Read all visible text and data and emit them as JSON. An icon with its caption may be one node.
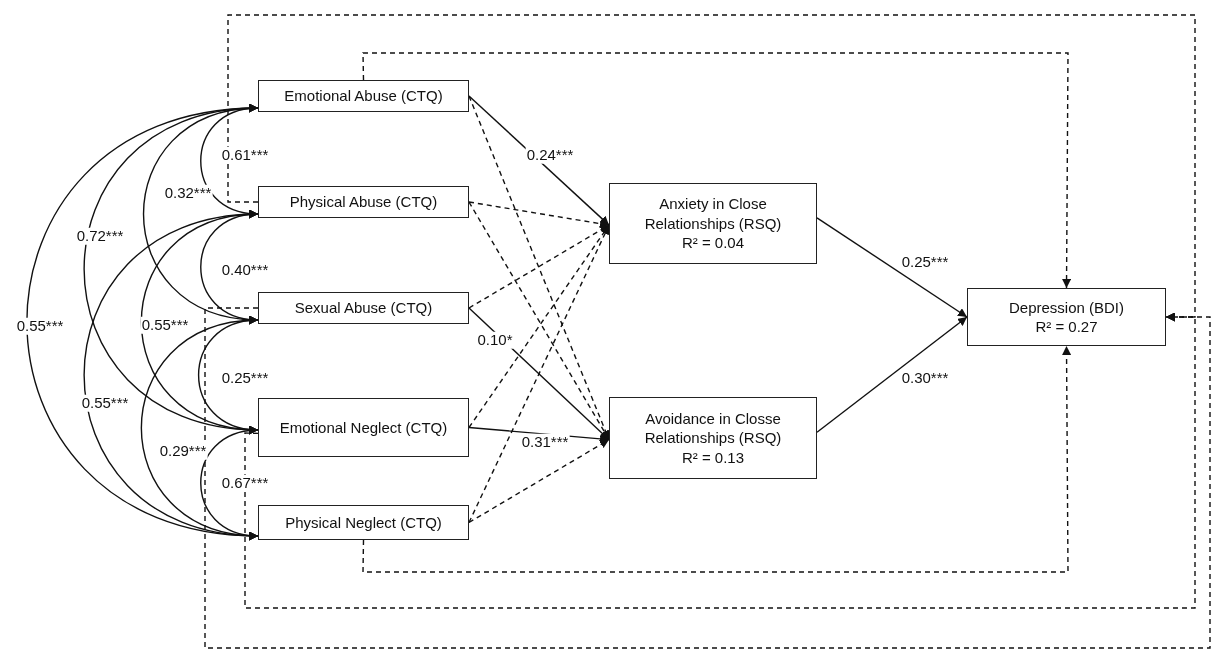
{
  "diagram": {
    "nodes": [
      {
        "text": [
          "Emotional Abuse (CTQ)"
        ]
      },
      {
        "text": [
          "Physical Abuse (CTQ)"
        ]
      },
      {
        "text": [
          "Sexual Abuse (CTQ)"
        ]
      },
      {
        "text": [
          "Emotional Neglect (CTQ)"
        ]
      },
      {
        "text": [
          "Physical Neglect (CTQ)"
        ]
      },
      {
        "text": [
          "Anxiety in Close Relationships (RSQ)",
          "R² = 0.04"
        ]
      },
      {
        "text": [
          "Avoidance in Closse Relationships (RSQ)",
          "R² = 0.13"
        ]
      },
      {
        "text": [
          "Depression (BDI)",
          "R² = 0.27"
        ]
      }
    ],
    "edges": [
      {
        "from": 0,
        "to": 1,
        "arrow": "both",
        "label": "0.61***"
      },
      {
        "from": 0,
        "to": 2,
        "arrow": "both",
        "label": "0.32***"
      },
      {
        "from": 0,
        "to": 3,
        "arrow": "both",
        "label": "0.72***"
      },
      {
        "from": 0,
        "to": 4,
        "arrow": "both",
        "label": "0.55***"
      },
      {
        "from": 1,
        "to": 2,
        "arrow": "both",
        "label": "0.40***"
      },
      {
        "from": 1,
        "to": 3,
        "arrow": "both",
        "label": "0.55***"
      },
      {
        "from": 1,
        "to": 4,
        "arrow": "both",
        "label": "0.55***"
      },
      {
        "from": 2,
        "to": 3,
        "arrow": "both",
        "label": "0.25***"
      },
      {
        "from": 2,
        "to": 4,
        "arrow": "both",
        "label": "0.29***"
      },
      {
        "from": 3,
        "to": 4,
        "arrow": "both",
        "label": "0.67***"
      },
      {
        "from": 0,
        "to": 5,
        "arrow": "to",
        "label": "0.24***"
      },
      {
        "from": 0,
        "to": 6,
        "arrow": "to",
        "style": "dashed"
      },
      {
        "from": 1,
        "to": 5,
        "arrow": "to",
        "style": "dashed"
      },
      {
        "from": 1,
        "to": 6,
        "arrow": "to",
        "style": "dashed"
      },
      {
        "from": 2,
        "to": 5,
        "arrow": "to",
        "style": "dashed"
      },
      {
        "from": 2,
        "to": 6,
        "arrow": "to",
        "label": "0.10*"
      },
      {
        "from": 3,
        "to": 5,
        "arrow": "to",
        "style": "dashed"
      },
      {
        "from": 3,
        "to": 6,
        "arrow": "to",
        "label": "0.31***"
      },
      {
        "from": 4,
        "to": 5,
        "arrow": "to",
        "style": "dashed"
      },
      {
        "from": 4,
        "to": 6,
        "arrow": "to",
        "style": "dashed"
      },
      {
        "from": 5,
        "to": 7,
        "arrow": "to",
        "label": "0.25***"
      },
      {
        "from": 6,
        "to": 7,
        "arrow": "to",
        "label": "0.30***"
      },
      {
        "from": 0,
        "to": 7,
        "arrow": "to",
        "style": "dashed"
      },
      {
        "from": 1,
        "to": 7,
        "arrow": "to",
        "style": "dashed"
      },
      {
        "from": 2,
        "to": 7,
        "arrow": "to",
        "style": "dashed"
      },
      {
        "from": 3,
        "to": 7,
        "arrow": "to",
        "style": "dashed"
      },
      {
        "from": 4,
        "to": 7,
        "arrow": "to",
        "style": "dashed"
      }
    ]
  }
}
